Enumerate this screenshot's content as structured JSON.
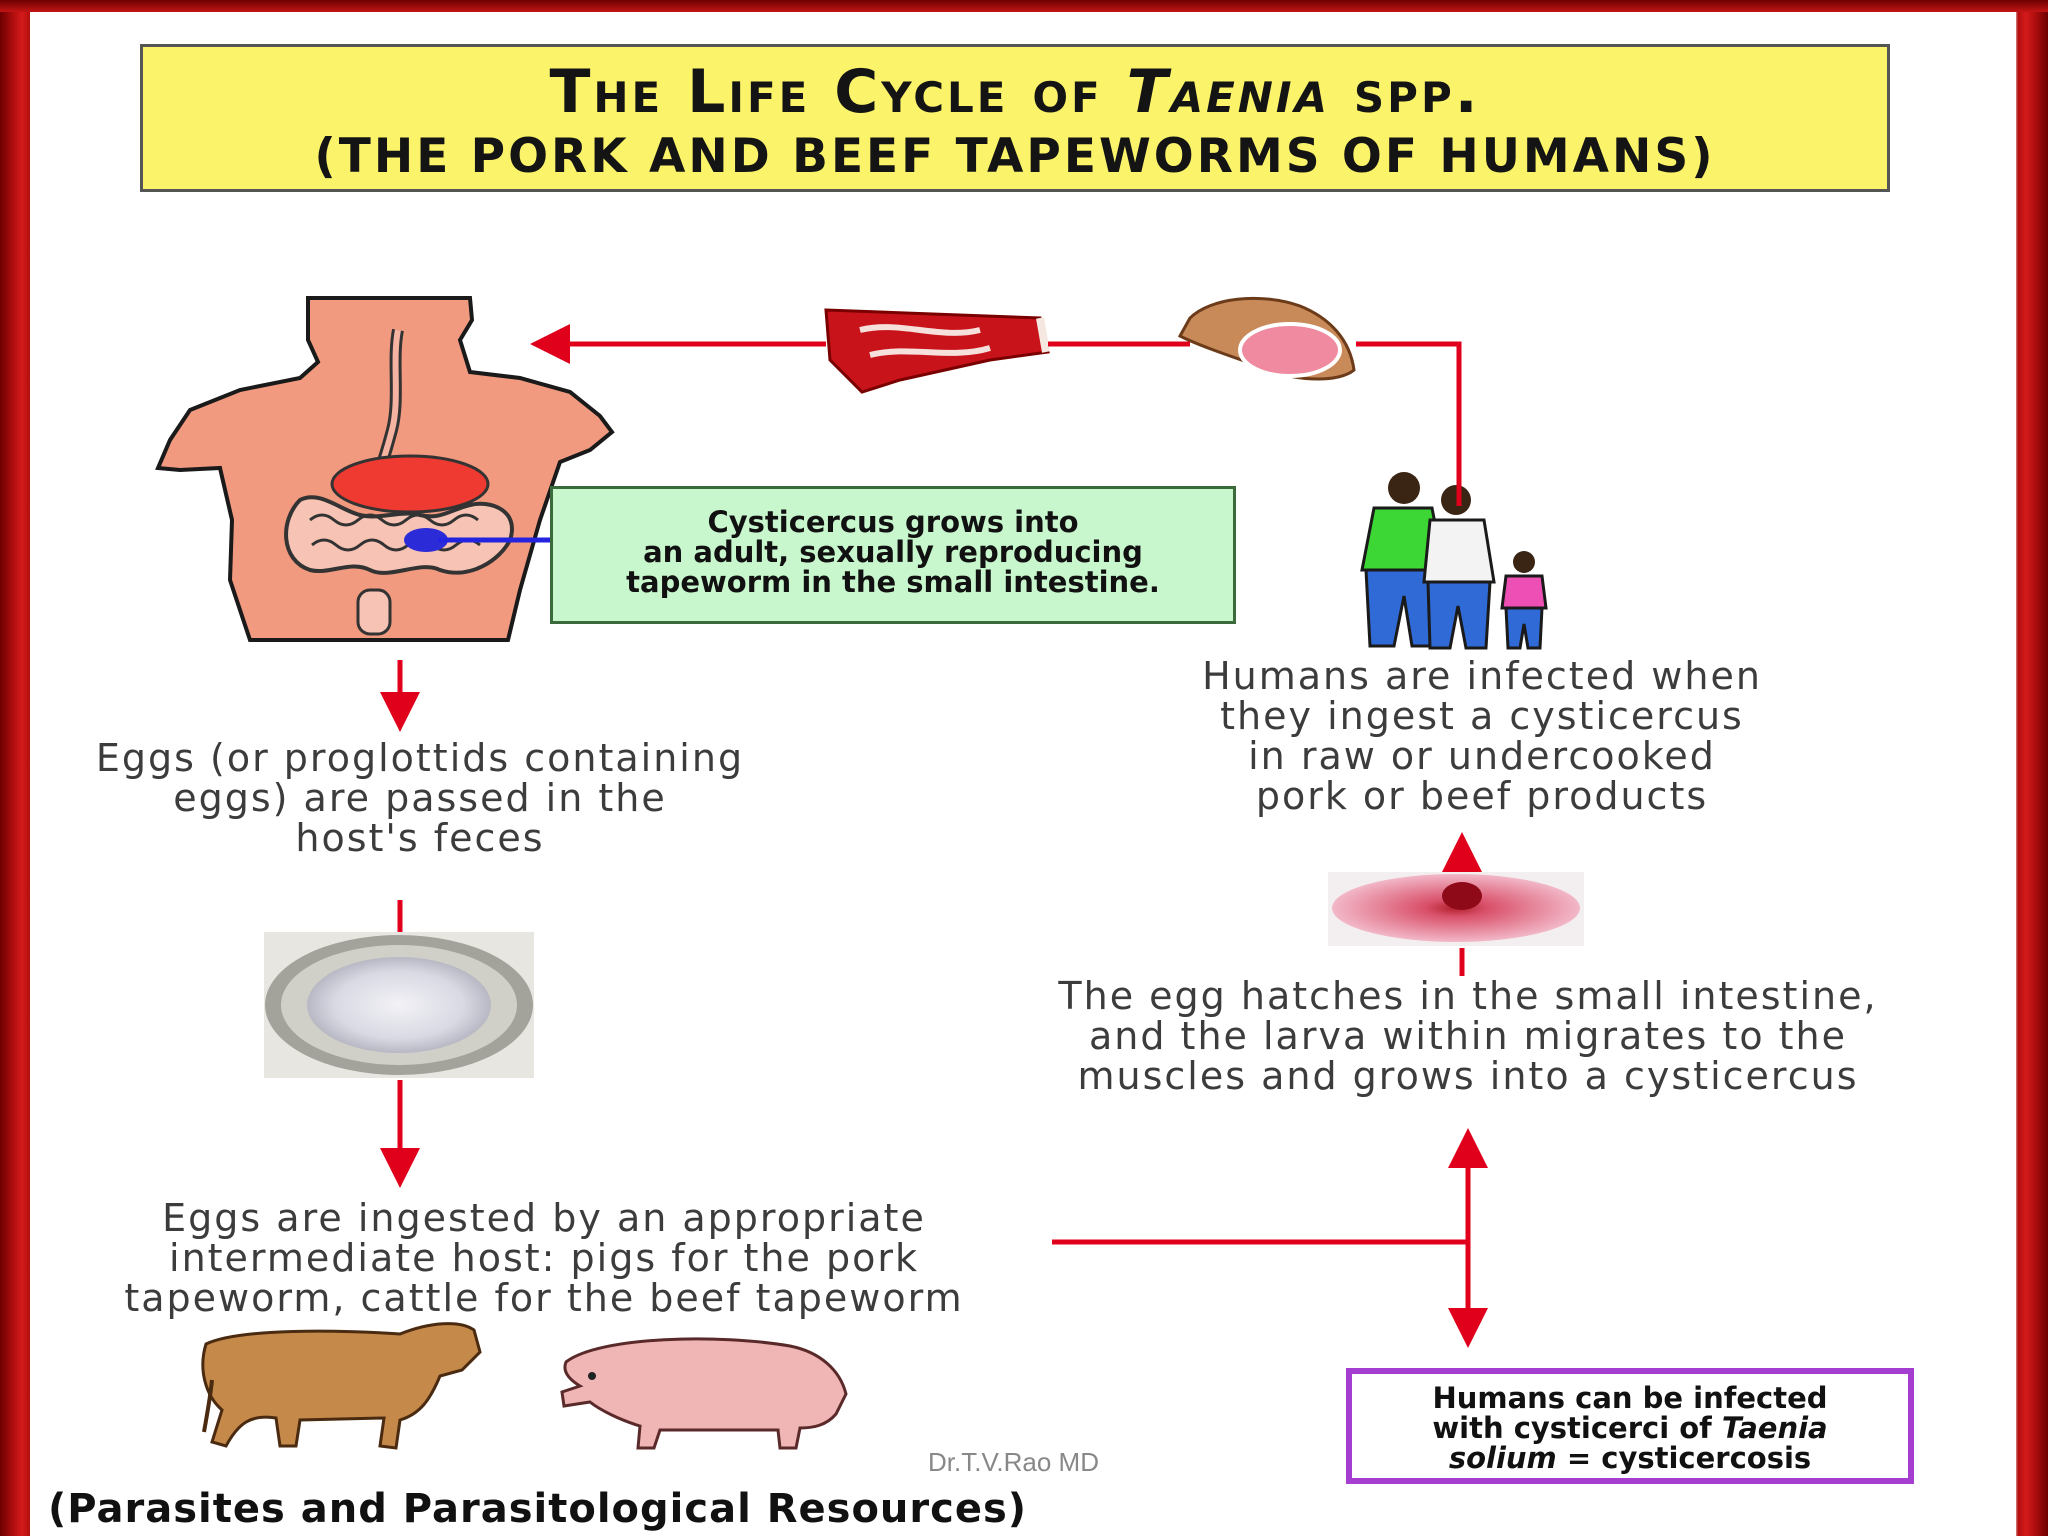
{
  "title": {
    "line1_prefix": "The Life Cycle of ",
    "line1_italic": "Taenia",
    "line1_suffix": " spp.",
    "line2": "(THE PORK AND BEEF TAPEWORMS OF HUMANS)"
  },
  "steps": {
    "adult": [
      "Cysticercus grows into",
      "an adult, sexually reproducing",
      "tapeworm in the small intestine."
    ],
    "eggs_passed": [
      "Eggs (or proglottids containing",
      "eggs) are passed in the",
      "host's feces"
    ],
    "eggs_ingested": [
      "Eggs are ingested by an appropriate",
      "intermediate host: pigs for the pork",
      "tapeworm, cattle for the beef tapeworm"
    ],
    "egg_hatches": [
      "The egg hatches in the small intestine,",
      "and the larva within migrates to the",
      "muscles and grows into a cysticercus"
    ],
    "humans_infected": [
      "Humans are infected when",
      "they ingest a cysticercus",
      "in raw or undercooked",
      "pork or beef products"
    ],
    "cysticercosis": {
      "line1": "Humans can be infected",
      "line2_prefix": "with cysticerci of ",
      "line2_italic": "Taenia",
      "line3_italic": "solium",
      "line3_suffix": " = cysticercosis"
    }
  },
  "credit": "Dr.T.V.Rao MD",
  "footer": "(Parasites and Parasitological Resources)",
  "colors": {
    "arrow": "#e0001b",
    "title_bg": "#fbf36a",
    "green_box": "#c8f6cd",
    "purple_border": "#a43ed0"
  }
}
